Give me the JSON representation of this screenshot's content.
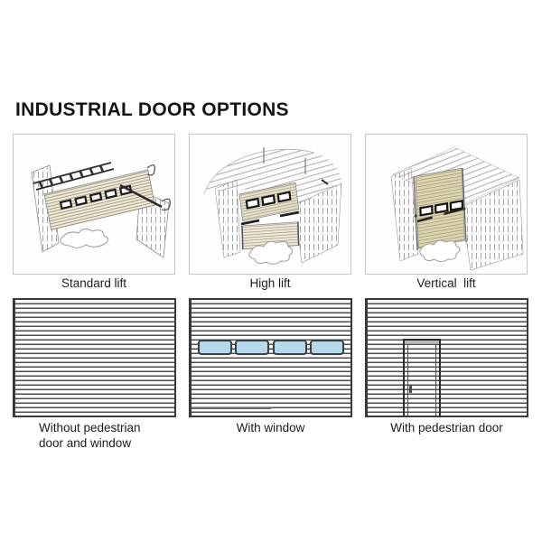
{
  "title": "INDUSTRIAL DOOR OPTIONS",
  "lift_row": {
    "items": [
      {
        "label": "Standard lift"
      },
      {
        "label": "High lift"
      },
      {
        "label": "Vertical  lift"
      }
    ]
  },
  "door_row": {
    "items": [
      {
        "label": "Without pedestrian\ndoor and window"
      },
      {
        "label": "With window"
      },
      {
        "label": "With pedestrian door"
      }
    ]
  },
  "colors": {
    "window_glass": "#b5d8ea",
    "door_beige": "#dcd4ae",
    "slat_line": "#4f4f4f",
    "title_text": "#141414"
  }
}
